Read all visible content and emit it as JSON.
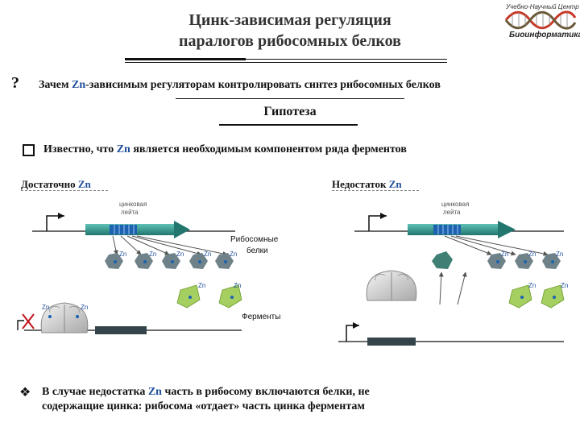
{
  "header": {
    "title_line1": "Цинк-зависимая регуляция",
    "title_line2": "паралогов рибосомных белков",
    "logo_top": "Учебно-Научный Центр",
    "logo_main": "Биоинформатика"
  },
  "question": {
    "mark": "?",
    "before": "Зачем ",
    "zn": "Zn",
    "after": "-зависимым регуляторам контролировать синтез рибосомных белков"
  },
  "hypothesis_label": "Гипотеза",
  "known": {
    "before": "Известно, что ",
    "zn": "Zn",
    "after": " является необходимым компонентом ряда ферментов"
  },
  "panel_left_label": {
    "before": "Достаточно ",
    "zn": "Zn"
  },
  "panel_right_label": {
    "before": "Недостаток ",
    "zn": "Zn"
  },
  "diagram": {
    "leader_label_line1": "цинковая",
    "leader_label_line2": "лейта",
    "ribo_proteins_line1": "Рибосомные",
    "ribo_proteins_line2": "белки",
    "enzymes": "Ферменты",
    "zn_tag": "Zn"
  },
  "conclusion": {
    "bullet": "❖",
    "line1_before": "В случае недостатка ",
    "line1_zn": "Zn",
    "line1_after": " часть в рибосому включаются белки, не",
    "line2": "содержащие цинка: рибосома «отдает» часть цинка ферментам"
  },
  "colors": {
    "gene_arrow": "#2e8f86",
    "ribo_protein": "#6f8289",
    "ribo_protein_nozn": "#3f7f74",
    "enzyme": "#a6cf62",
    "zn_text": "#1f4e9c",
    "inhibit_x": "#c0141c"
  }
}
